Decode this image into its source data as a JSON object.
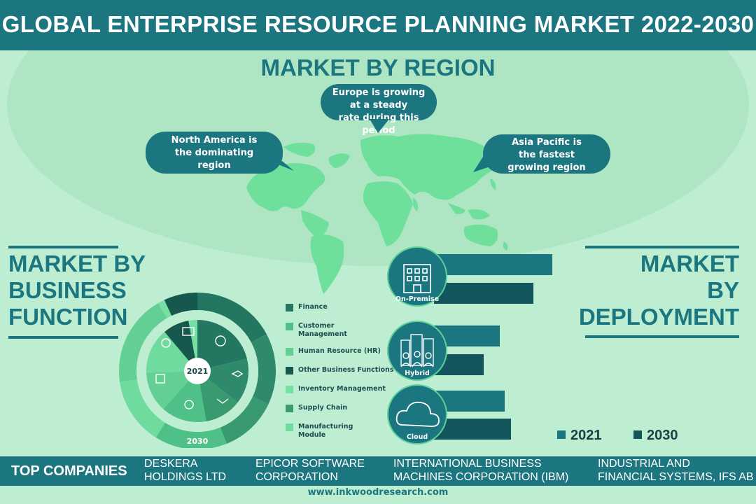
{
  "header": {
    "title": "GLOBAL ENTERPRISE RESOURCE PLANNING MARKET 2022-2030"
  },
  "region": {
    "title": "MARKET BY REGION",
    "callouts": {
      "europe": [
        "Europe is growing",
        "at a steady",
        "rate during this period"
      ],
      "north_america": [
        "North America is",
        "the dominating",
        "region"
      ],
      "asia_pacific": [
        "Asia Pacific is",
        "the fastest",
        "growing region"
      ]
    }
  },
  "business_function": {
    "title": [
      "MARKET BY",
      "BUSINESS",
      "FUNCTION"
    ],
    "inner_year": "2021",
    "outer_year": "2030",
    "legend": [
      {
        "label": "Finance",
        "color": "#237660"
      },
      {
        "label": "Customer Management",
        "color": "#4fc087"
      },
      {
        "label": "Human Resource (HR)",
        "color": "#63cf94"
      },
      {
        "label": "Other Business Functions",
        "color": "#17584e"
      },
      {
        "label": "Inventory Management",
        "color": "#76e0a4"
      },
      {
        "label": "Supply Chain",
        "color": "#389a6e"
      },
      {
        "label": "Manufacturing Module",
        "color": "#6fdb9e"
      }
    ]
  },
  "deployment": {
    "title": [
      "MARKET",
      "BY",
      "DEPLOYMENT"
    ],
    "items": [
      {
        "label": "On-Premise",
        "icon": "building-icon",
        "v2021": 0.74,
        "v2030": 0.62
      },
      {
        "label": "Hybrid",
        "icon": "city-people-icon",
        "v2021": 0.41,
        "v2030": 0.31
      },
      {
        "label": "Cloud",
        "icon": "cloud-icon",
        "v2021": 0.44,
        "v2030": 0.48
      }
    ],
    "legend": [
      {
        "label": "2021",
        "color": "#1c7680"
      },
      {
        "label": "2030",
        "color": "#12565c"
      }
    ]
  },
  "footer": {
    "title": "TOP COMPANIES",
    "companies": [
      [
        "DESKERA",
        "HOLDINGS LTD"
      ],
      [
        "EPICOR SOFTWARE",
        "CORPORATION"
      ],
      [
        "INTERNATIONAL BUSINESS",
        "MACHINES CORPORATION (IBM)"
      ],
      [
        "INDUSTRIAL AND",
        "FINANCIAL SYSTEMS, IFS AB"
      ]
    ],
    "url": "www.inkwoodresearch.com"
  },
  "colors": {
    "accent": "#1c7680",
    "background": "#bdeed2",
    "map": "#6fdf9c"
  }
}
